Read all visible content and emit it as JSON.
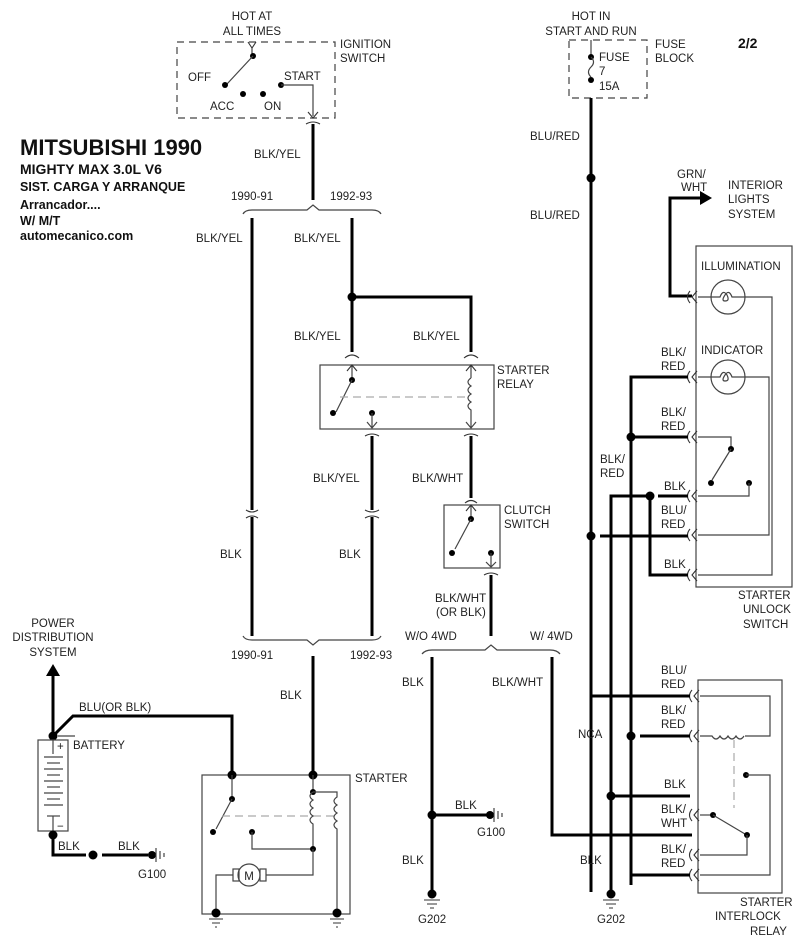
{
  "title": {
    "make": "MITSUBISHI 1990",
    "model": "MIGHTY MAX  3.0L  V6",
    "system": "SIST. CARGA Y ARRANQUE",
    "section": "Arrancador....",
    "trans": "W/ M/T",
    "site": "automecanico.com"
  },
  "page": "2/2",
  "ignition": {
    "hot": [
      "HOT AT",
      "ALL TIMES"
    ],
    "name": [
      "IGNITION",
      "SWITCH"
    ],
    "positions": {
      "off": "OFF",
      "acc": "ACC",
      "on": "ON",
      "start": "START"
    }
  },
  "fuse_block": {
    "hot": [
      "HOT IN",
      "START AND RUN"
    ],
    "name": [
      "FUSE",
      "BLOCK"
    ],
    "fuse": [
      "FUSE",
      "7",
      "15A"
    ]
  },
  "wires": {
    "ign_out": "BLK/YEL",
    "split1_left": "1990-91",
    "split1_right": "1992-93",
    "left_a": "BLK/YEL",
    "right_a": "BLK/YEL",
    "relay_in_left": "BLK/YEL",
    "relay_in_right": "BLK/YEL",
    "relay_out_left": "BLK/YEL",
    "relay_out_right": "BLK/WHT",
    "left_b": "BLK",
    "right_b": "BLK",
    "split2_left": "1990-91",
    "split2_right": "1992-93",
    "to_starter": "BLK",
    "clutch_out": [
      "BLK/WHT",
      "(OR BLK)"
    ],
    "split3_left": "W/O 4WD",
    "split3_right": "W/ 4WD",
    "wo4wd": "BLK",
    "w4wd": "BLK/WHT",
    "g100_wire": "BLK",
    "g202_wire_left": "BLK",
    "fuse_out_1": "BLU/RED",
    "fuse_out_2": "BLU/RED",
    "interior": [
      "GRN/",
      "WHT"
    ],
    "unlock_indicator": [
      "BLK/",
      "RED"
    ],
    "unlock_sw_top": [
      "BLK/",
      "RED"
    ],
    "unlock_left": [
      "BLK/",
      "RED"
    ],
    "unlock_blk1": "BLK",
    "unlock_blured": [
      "BLU/",
      "RED"
    ],
    "unlock_blk2": "BLK",
    "nca": "NCA",
    "interlock_blured": [
      "BLU/",
      "RED"
    ],
    "interlock_blkred1": [
      "BLK/",
      "RED"
    ],
    "interlock_blk": "BLK",
    "interlock_blkwht": [
      "BLK/",
      "WHT"
    ],
    "interlock_blkred2": [
      "BLK/",
      "RED"
    ],
    "g202_wire_right": "BLK",
    "battery_pos": "BLU(OR BLK)",
    "battery_neg1": "BLK",
    "battery_neg2": "BLK"
  },
  "components": {
    "starter_relay": [
      "STARTER",
      "RELAY"
    ],
    "clutch_switch": [
      "CLUTCH",
      "SWITCH"
    ],
    "interior_lights": [
      "INTERIOR",
      "LIGHTS",
      "SYSTEM"
    ],
    "illumination": "ILLUMINATION",
    "indicator": "INDICATOR",
    "unlock_switch": [
      "STARTER",
      "UNLOCK",
      "SWITCH"
    ],
    "interlock_relay": [
      "STARTER",
      "INTERLOCK",
      "RELAY"
    ],
    "power_dist": [
      "POWER",
      "DISTRIBUTION",
      "SYSTEM"
    ],
    "battery": "BATTERY",
    "starter": "STARTER",
    "motor": "M",
    "plus": "+",
    "minus": "−"
  },
  "grounds": {
    "g100_a": "G100",
    "g100_b": "G100",
    "g202_a": "G202",
    "g202_b": "G202"
  }
}
